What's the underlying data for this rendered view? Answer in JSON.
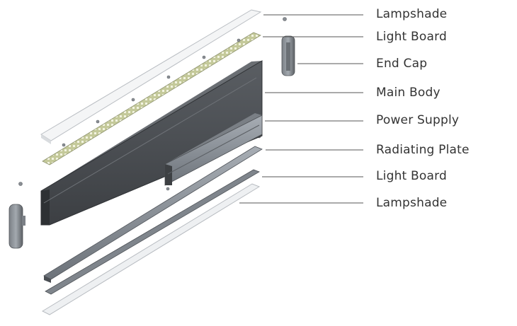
{
  "labels": [
    {
      "id": "lampshade-top",
      "text": "Lampshade"
    },
    {
      "id": "light-board-top",
      "text": "Light Board"
    },
    {
      "id": "end-cap",
      "text": "End Cap"
    },
    {
      "id": "main-body",
      "text": "Main Body"
    },
    {
      "id": "power-supply",
      "text": "Power Supply"
    },
    {
      "id": "radiating-plate",
      "text": "Radiating Plate"
    },
    {
      "id": "light-board-bottom",
      "text": "Light Board"
    },
    {
      "id": "lampshade-bottom",
      "text": "Lampshade"
    }
  ],
  "colors": {
    "leader_line": "#555555",
    "label_text": "#333333",
    "main_body": "#4a4d51",
    "aluminium": "#8a9098",
    "lampshade": "#eef0f2",
    "led_strip": "#c9cfa0"
  }
}
